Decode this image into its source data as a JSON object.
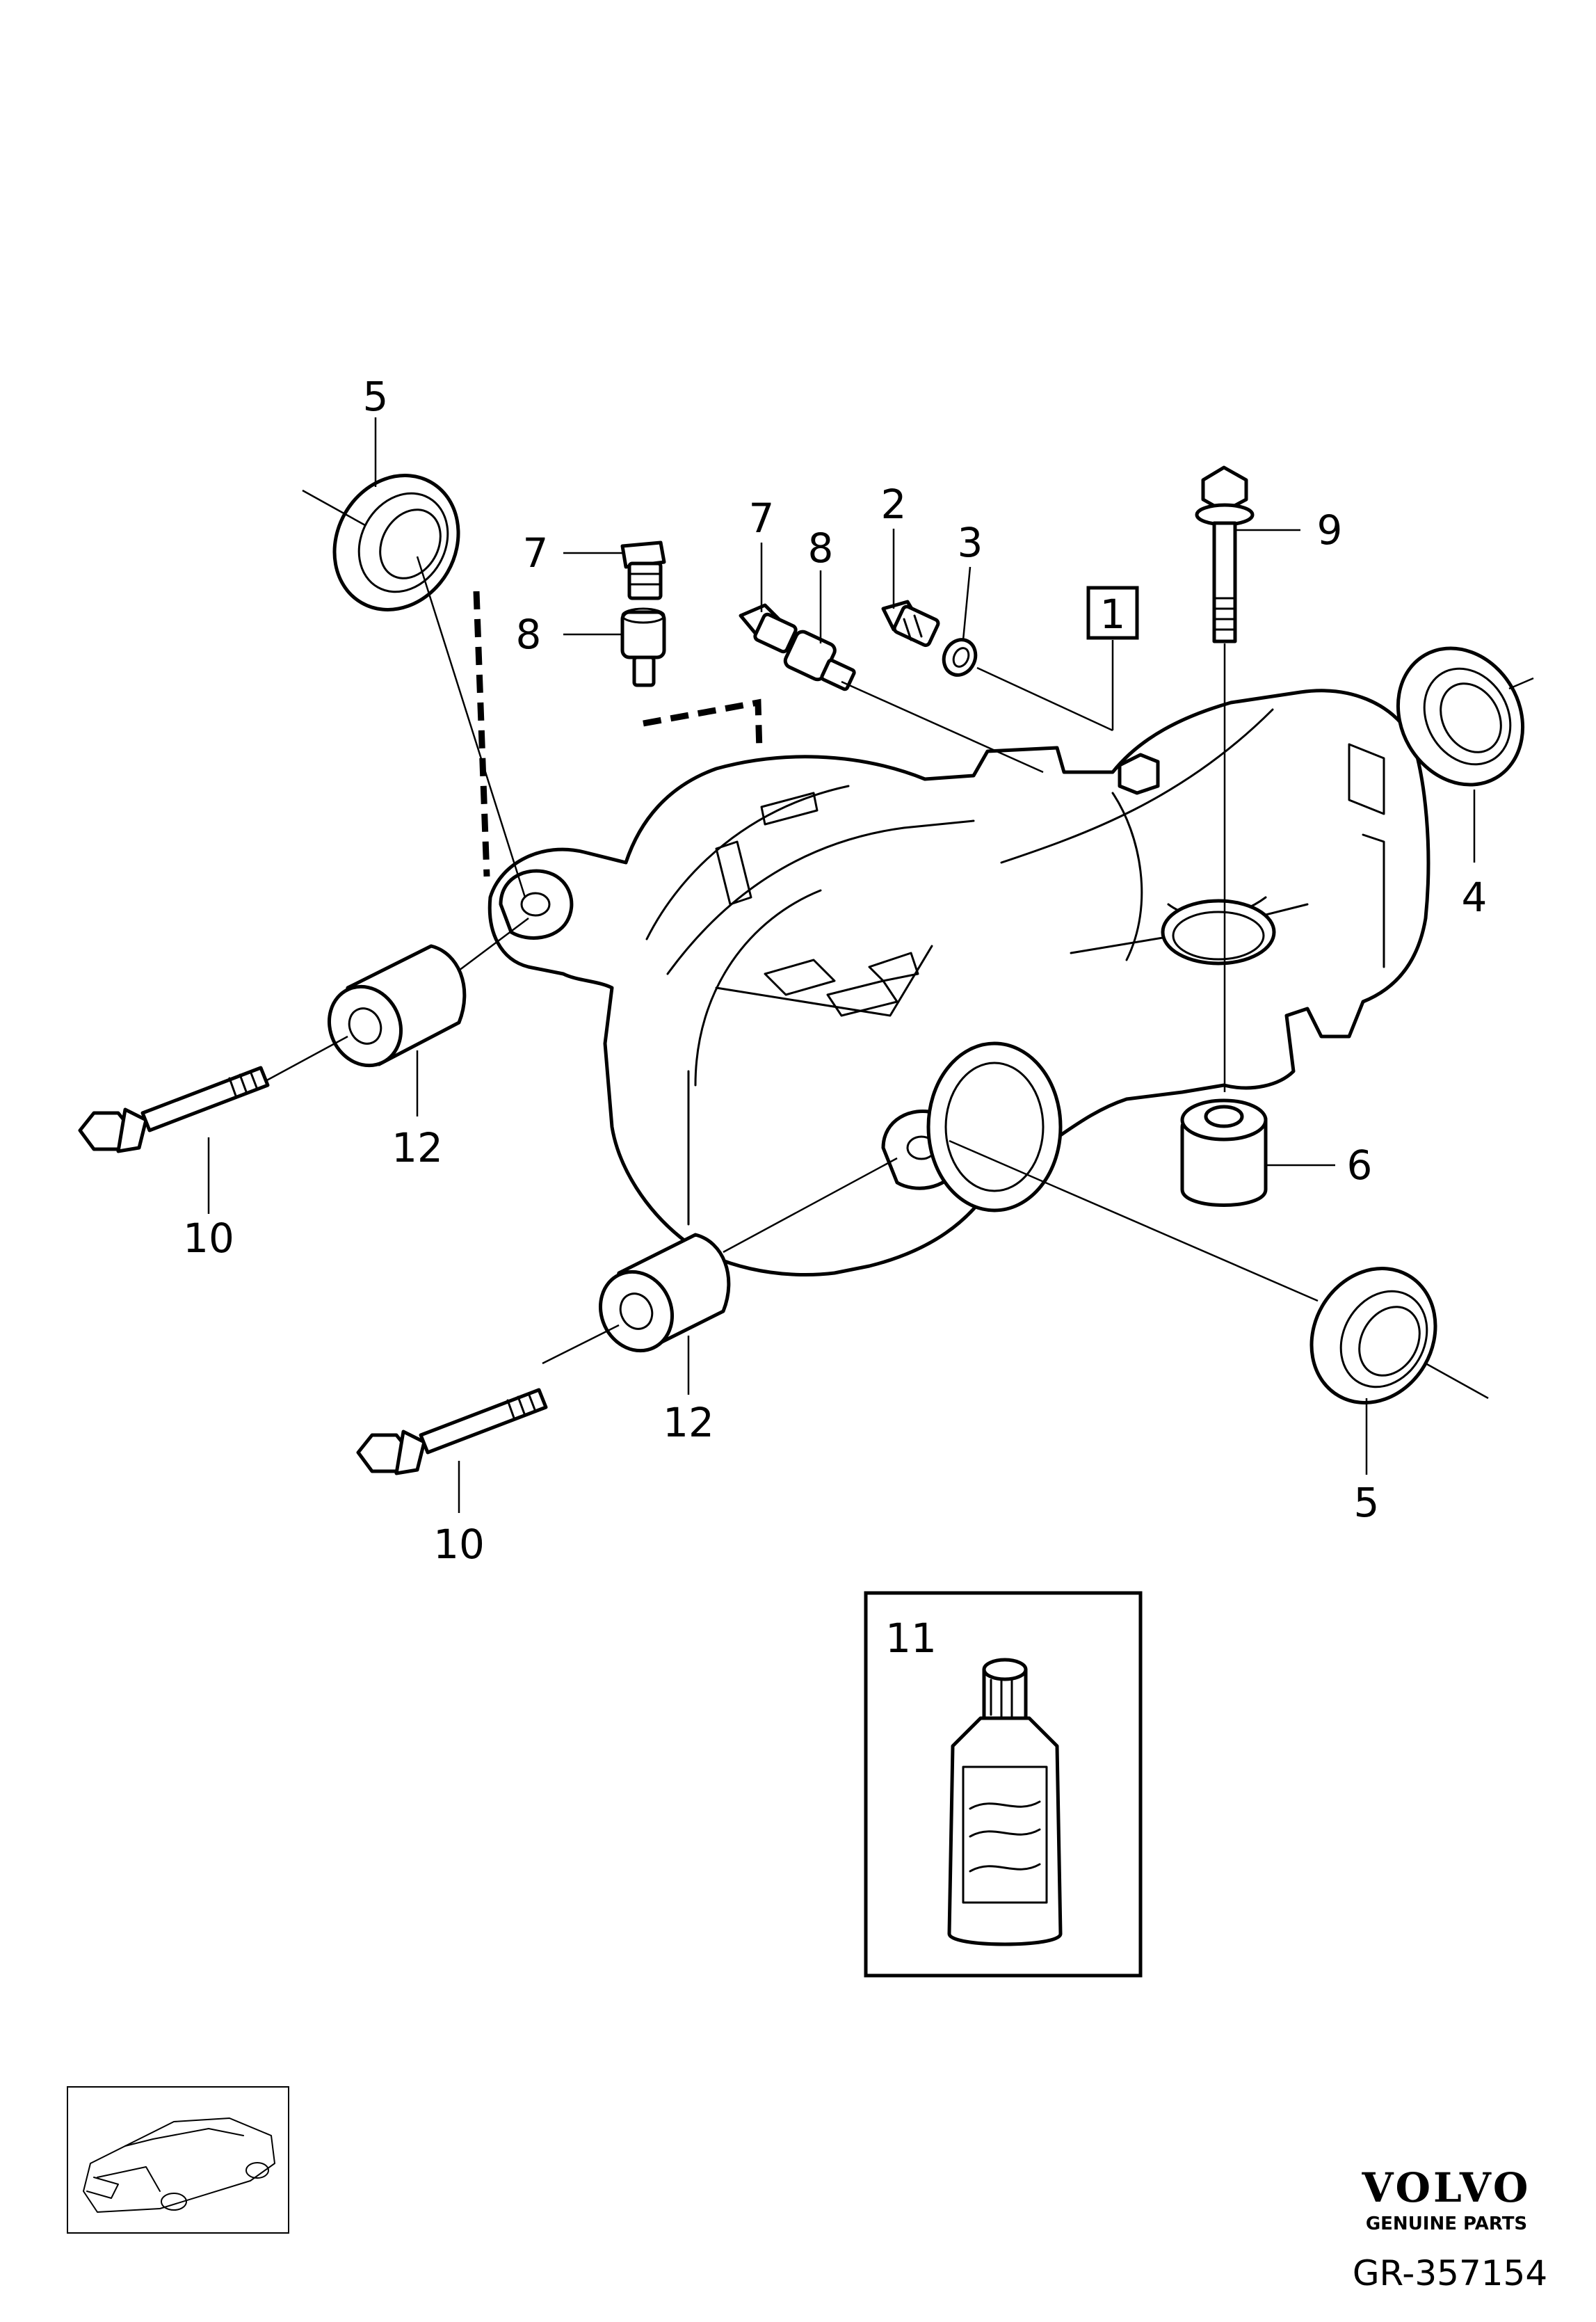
{
  "callouts": {
    "c5_top": "5",
    "c7_left": "7",
    "c8_left": "8",
    "c7_mid": "7",
    "c8_mid": "8",
    "c2": "2",
    "c3": "3",
    "c1": "1",
    "c9": "9",
    "c4": "4",
    "c6": "6",
    "c12_upper": "12",
    "c10_upper": "10",
    "c12_lower": "12",
    "c10_lower": "10",
    "c5_bottom": "5",
    "c11": "11"
  },
  "branding": {
    "brand": "VOLVO",
    "subtitle": "GENUINE PARTS",
    "diagram_code": "GR-357154"
  }
}
